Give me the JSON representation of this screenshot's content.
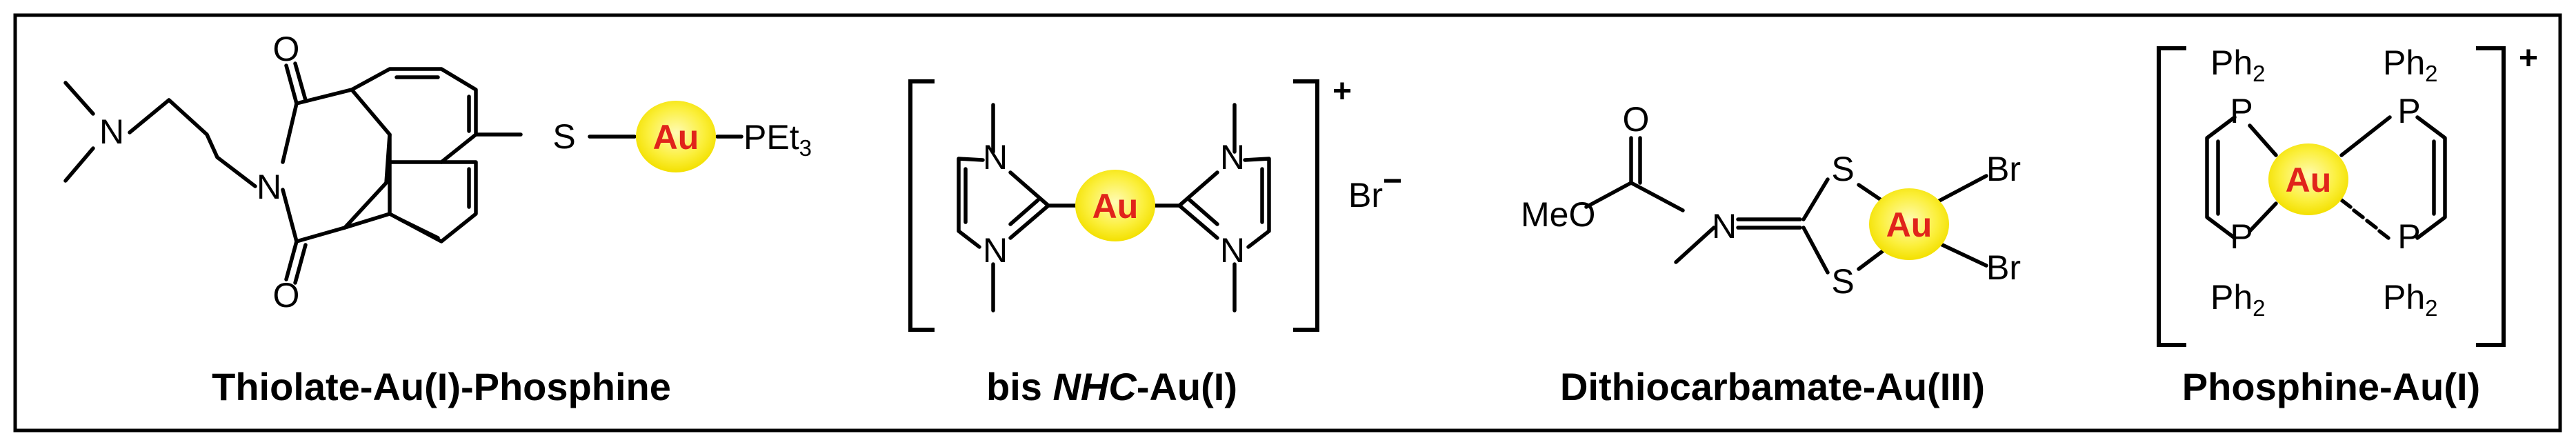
{
  "structures": [
    {
      "caption": "Thiolate-Au(I)-Phosphine",
      "atoms": {
        "n_amine": "N",
        "n_imide": "N",
        "o_top": "O",
        "o_bottom": "O",
        "s": "S",
        "au": "Au",
        "pet3": "PEt",
        "pet3_sub": "3"
      }
    },
    {
      "caption_bold": "bis ",
      "caption_italic": "NHC",
      "caption_rest": "-Au(I)",
      "atoms": {
        "n1": "N",
        "n2": "N",
        "n3": "N",
        "n4": "N",
        "au": "Au",
        "charge": "+",
        "counterion": "Br",
        "counterion_charge": "−"
      }
    },
    {
      "caption": "Dithiocarbamate-Au(III)",
      "atoms": {
        "meo": "MeO",
        "o": "O",
        "n": "N",
        "s_top": "S",
        "s_bottom": "S",
        "au": "Au",
        "br_top": "Br",
        "br_bottom": "Br"
      }
    },
    {
      "caption": "Phosphine-Au(I)",
      "atoms": {
        "p": "P",
        "ph": "Ph",
        "ph_sub": "2",
        "au": "Au",
        "charge": "+"
      }
    }
  ],
  "colors": {
    "au_text": "#e0241b",
    "au_glow_center": "#fff9a8",
    "au_glow_edge": "#f2e100",
    "line": "#000000",
    "background": "#ffffff"
  }
}
